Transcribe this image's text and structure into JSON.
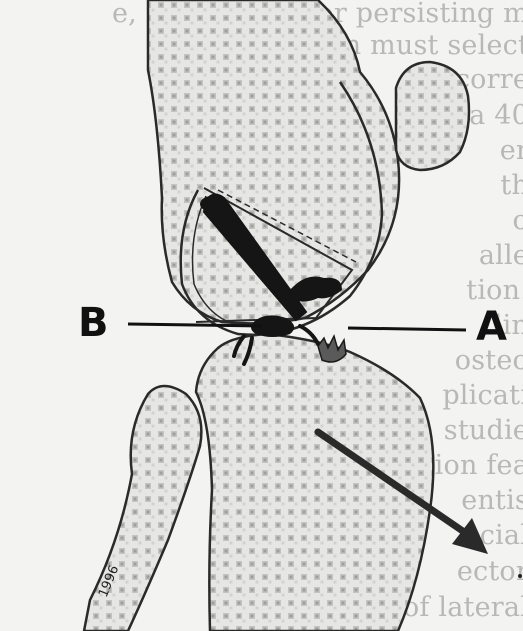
{
  "figure": {
    "label_a": "A",
    "label_b": "B",
    "stamp": "1996"
  },
  "background_text_lines": [
    "e, if increased or persisting m",
    "the surgeon must select",
    "y corre",
    "a 40",
    "er",
    "th",
    "o",
    "alle",
    "tion.",
    "lin",
    "osteo",
    "plicati",
    "studie",
    "ion fea",
    "entis",
    "ecial",
    "ector",
    "rt of lateral"
  ]
}
